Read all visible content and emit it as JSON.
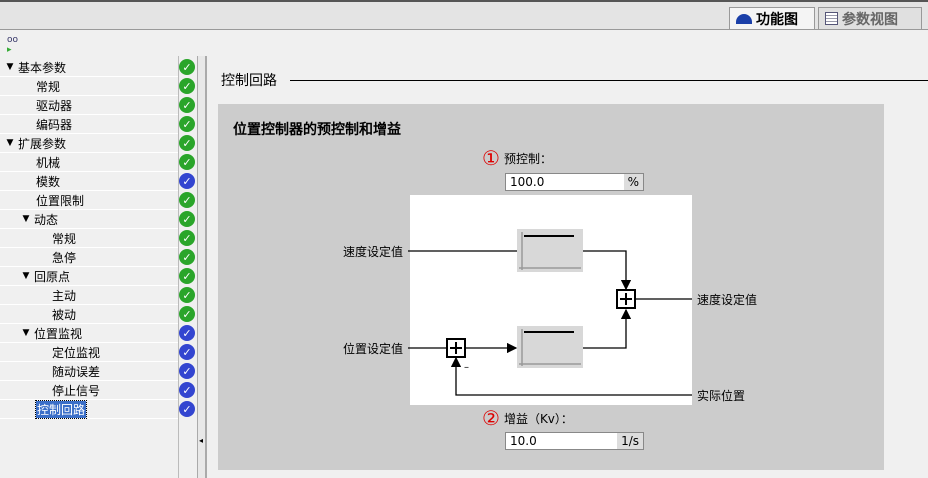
{
  "tabs": [
    {
      "label": "功能图",
      "icon": "function-view-icon",
      "active": true
    },
    {
      "label": "参数视图",
      "icon": "parameter-view-icon",
      "active": false
    }
  ],
  "sidebar": {
    "items": [
      {
        "label": "基本参数",
        "level": 0,
        "expand": true,
        "status": "green"
      },
      {
        "label": "常规",
        "level": 1,
        "status": "green"
      },
      {
        "label": "驱动器",
        "level": 1,
        "status": "green"
      },
      {
        "label": "编码器",
        "level": 1,
        "status": "green"
      },
      {
        "label": "扩展参数",
        "level": 0,
        "expand": true,
        "status": "green"
      },
      {
        "label": "机械",
        "level": 1,
        "status": "green"
      },
      {
        "label": "模数",
        "level": 1,
        "status": "blue"
      },
      {
        "label": "位置限制",
        "level": 1,
        "status": "green"
      },
      {
        "label": "动态",
        "level": 1,
        "expand": true,
        "status": "green"
      },
      {
        "label": "常规",
        "level": 2,
        "status": "green"
      },
      {
        "label": "急停",
        "level": 2,
        "status": "green"
      },
      {
        "label": "回原点",
        "level": 1,
        "expand": true,
        "status": "green"
      },
      {
        "label": "主动",
        "level": 2,
        "status": "green"
      },
      {
        "label": "被动",
        "level": 2,
        "status": "green"
      },
      {
        "label": "位置监视",
        "level": 1,
        "expand": true,
        "status": "blue"
      },
      {
        "label": "定位监视",
        "level": 2,
        "status": "blue"
      },
      {
        "label": "随动误差",
        "level": 2,
        "status": "blue"
      },
      {
        "label": "停止信号",
        "level": 2,
        "status": "blue"
      },
      {
        "label": "控制回路",
        "level": 1,
        "selected": true,
        "status": "blue"
      }
    ]
  },
  "main": {
    "section_title": "控制回路",
    "panel_title": "位置控制器的预控制和增益",
    "precontrol": {
      "marker": "①",
      "label": "预控制：",
      "value": "100.0",
      "unit": "%"
    },
    "gain": {
      "marker": "②",
      "label": "增益（Kv）：",
      "value": "10.0",
      "unit": "1/s"
    },
    "diagram": {
      "speed_setpoint_in": "速度设定值",
      "position_setpoint": "位置设定值",
      "speed_setpoint_out": "速度设定值",
      "actual_position": "实际位置",
      "minus": "–"
    }
  }
}
